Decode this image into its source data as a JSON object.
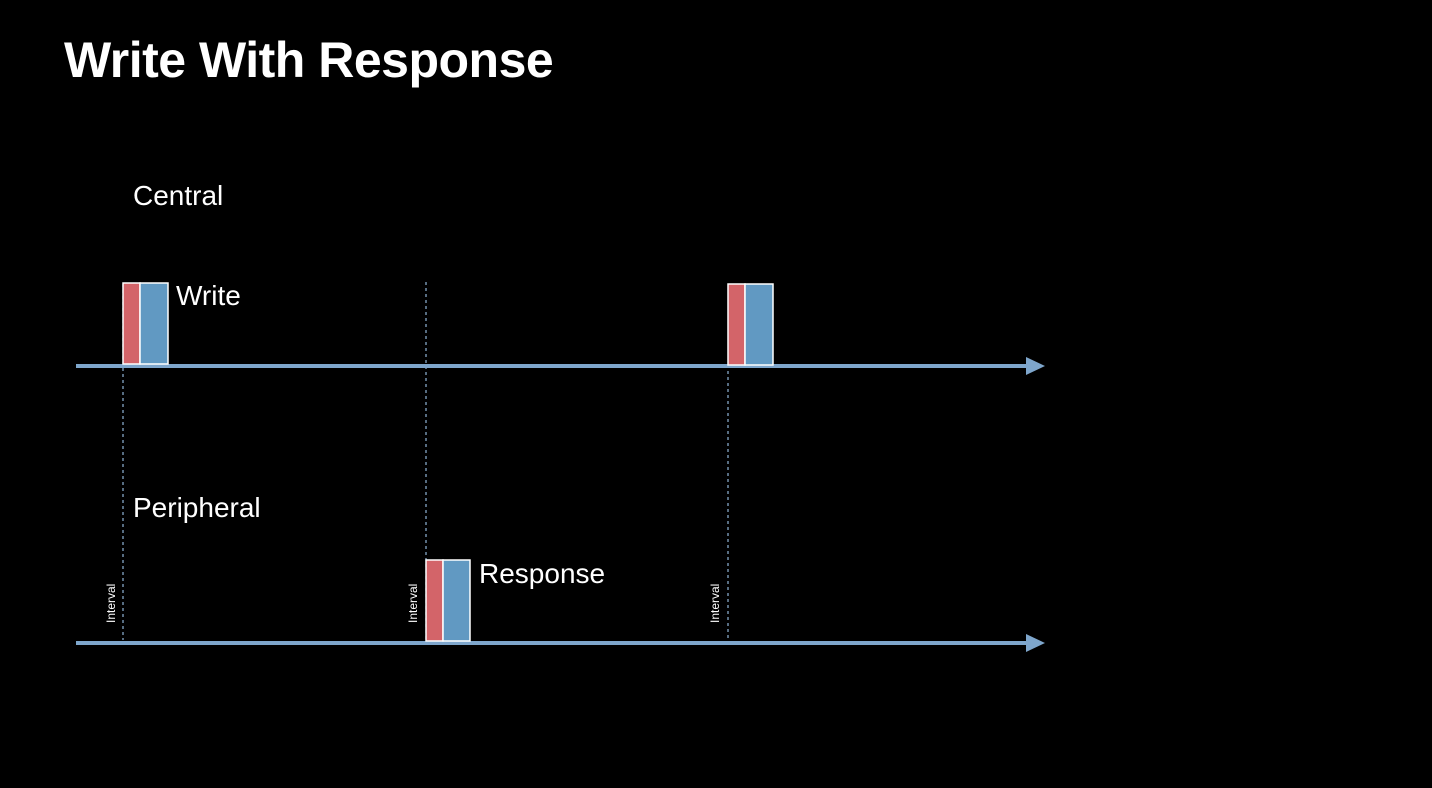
{
  "title": "Write With Response",
  "lanes": {
    "central": "Central",
    "peripheral": "Peripheral"
  },
  "labels": {
    "write": "Write",
    "response": "Response",
    "interval": "Interval"
  },
  "colors": {
    "background": "#000000",
    "timeline": "#7ea6cc",
    "packet_header": "#d36469",
    "packet_body": "#6199c2",
    "packet_border": "#ffffff",
    "interval_line": "#8fb3d6"
  }
}
